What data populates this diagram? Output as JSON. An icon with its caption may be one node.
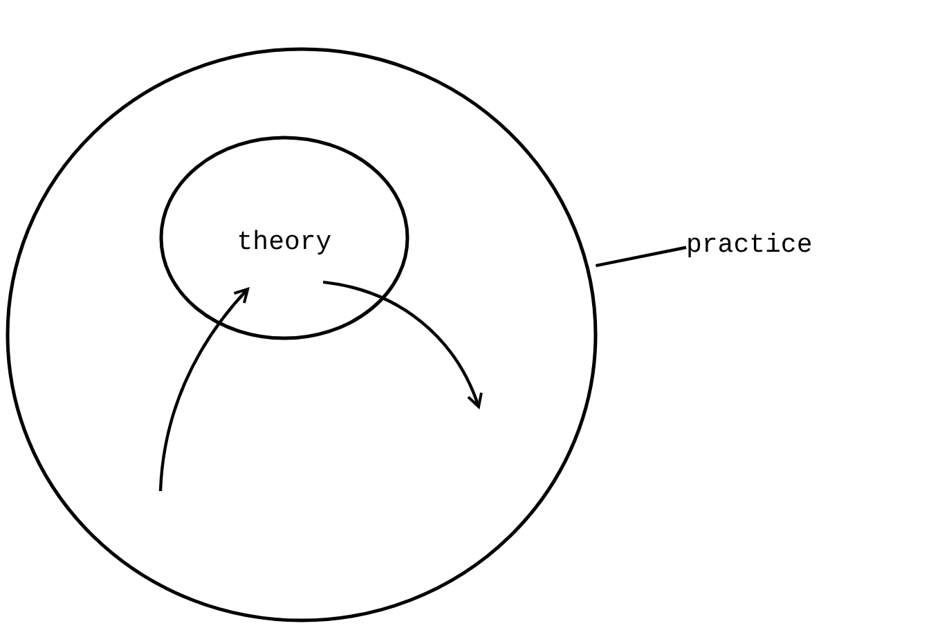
{
  "diagram": {
    "nodes": [
      {
        "text": [],
        "shape": "circle"
      },
      {
        "text": [
          "theory"
        ],
        "in": 0
      },
      {
        "text": [
          "practice"
        ]
      }
    ],
    "edges": [
      {
        "from": 2,
        "to": 0,
        "arrow": "none"
      },
      {
        "from": null,
        "to": 1,
        "arrow": "to"
      },
      {
        "from": 1,
        "to": null,
        "arrow": "to"
      }
    ]
  }
}
